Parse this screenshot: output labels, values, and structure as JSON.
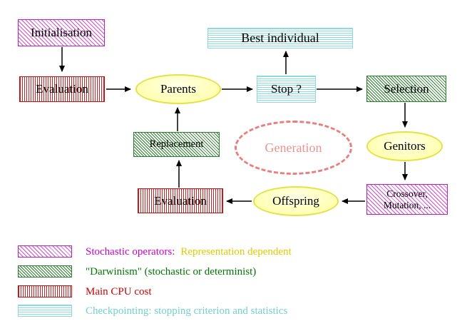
{
  "diagram": {
    "nodes": {
      "initialisation": "Initialisation",
      "evaluation_top": "Evaluation",
      "parents": "Parents",
      "best_individual": "Best individual",
      "stop": "Stop ?",
      "selection": "Selection",
      "genitors": "Genitors",
      "crossover_line1": "Crossover,",
      "crossover_line2": "Mutation, ...",
      "offspring": "Offspring",
      "evaluation_bottom": "Evaluation",
      "replacement": "Replacement",
      "generation": "Generation"
    },
    "legend": [
      {
        "pattern": "magenta-diagonal-hatch",
        "text_primary": "Stochastic operators:",
        "color_primary": "#cc00cc",
        "text_secondary": "Representation dependent",
        "color_secondary": "#ddcc00"
      },
      {
        "pattern": "green-diagonal-hatch",
        "text_primary": "\"Darwinism\" (stochastic or determinist)",
        "color_primary": "#007700"
      },
      {
        "pattern": "red-vertical-stripes",
        "text_primary": "Main CPU cost",
        "color_primary": "#cc0000"
      },
      {
        "pattern": "cyan-horizontal-stripes",
        "text_primary": "Checkpointing: stopping criterion and statistics",
        "color_primary": "#74cfcf"
      }
    ],
    "colors": {
      "stochastic_operators": "#cc00cc",
      "darwinism": "#2f7d2f",
      "main_cpu_cost": "#cc2222",
      "checkpointing": "#8adcdc",
      "operator_ellipse_fill": "#ffffa8",
      "operator_ellipse_border": "#e2e24a",
      "generation_dashed": "#e87e7e",
      "arrow": "#000000"
    }
  }
}
